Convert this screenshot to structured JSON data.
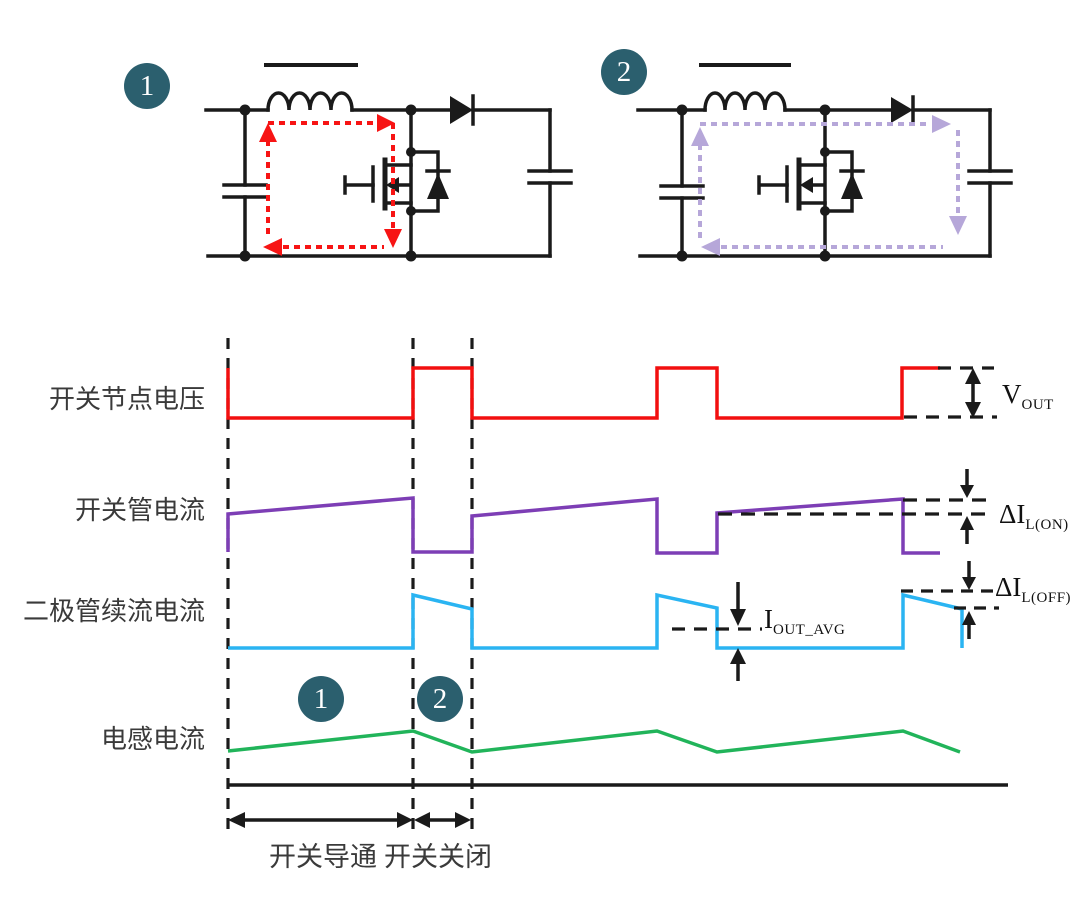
{
  "colors": {
    "circuit": "#1a1a1a",
    "badge": "#2b5f6e",
    "badge_text": "#ffffff",
    "loop_on": "#f71414",
    "loop_off": "#b6a7d9",
    "switch_node_voltage": "#f20f0f",
    "switch_current": "#7d3eb5",
    "diode_current": "#2ab4f2",
    "inductor_current": "#21b45a",
    "annotation": "#111111",
    "label_text": "#3a3a3a"
  },
  "badges": {
    "state1": "1",
    "state2": "2",
    "phase1": "1",
    "phase2": "2"
  },
  "waveform_labels": {
    "switch_node_voltage": "开关节点电压",
    "switch_current": "开关管电流",
    "diode_current": "二极管续流电流",
    "inductor_current": "电感电流"
  },
  "annotations": {
    "vout": {
      "main": "V",
      "sub": "OUT"
    },
    "delta_il_on": {
      "main": "ΔI",
      "sub": "L(ON)"
    },
    "delta_il_off": {
      "main": "ΔI",
      "sub": "L(OFF)"
    },
    "iout_avg": {
      "main": "I",
      "sub": "OUT_AVG"
    }
  },
  "phase_labels": {
    "switch_on": "开关导通",
    "switch_off": "开关关闭"
  },
  "timing": {
    "type": "timing-diagram",
    "rows": [
      {
        "label": "开关节点电压",
        "color_key": "switch_node_voltage",
        "shape": "square pulses, low during switch-on, high pulses during switch-off",
        "annotation": "VOUT amplitude"
      },
      {
        "label": "开关管电流",
        "color_key": "switch_current",
        "shape": "rising ramp during switch-on, drops to low flat during switch-off",
        "annotation": "ΔIL(ON) ripple"
      },
      {
        "label": "二极管续流电流",
        "color_key": "diode_current",
        "shape": "zero during switch-on, falling ramp pulse during switch-off",
        "annotations": [
          "IOUT_AVG level",
          "ΔIL(OFF) ripple"
        ]
      },
      {
        "label": "电感电流",
        "color_key": "inductor_current",
        "shape": "triangular: ramps up during switch-on, ramps down during switch-off"
      }
    ],
    "phases": [
      {
        "badge": "1",
        "label": "开关导通"
      },
      {
        "badge": "2",
        "label": "开关关闭"
      }
    ]
  }
}
